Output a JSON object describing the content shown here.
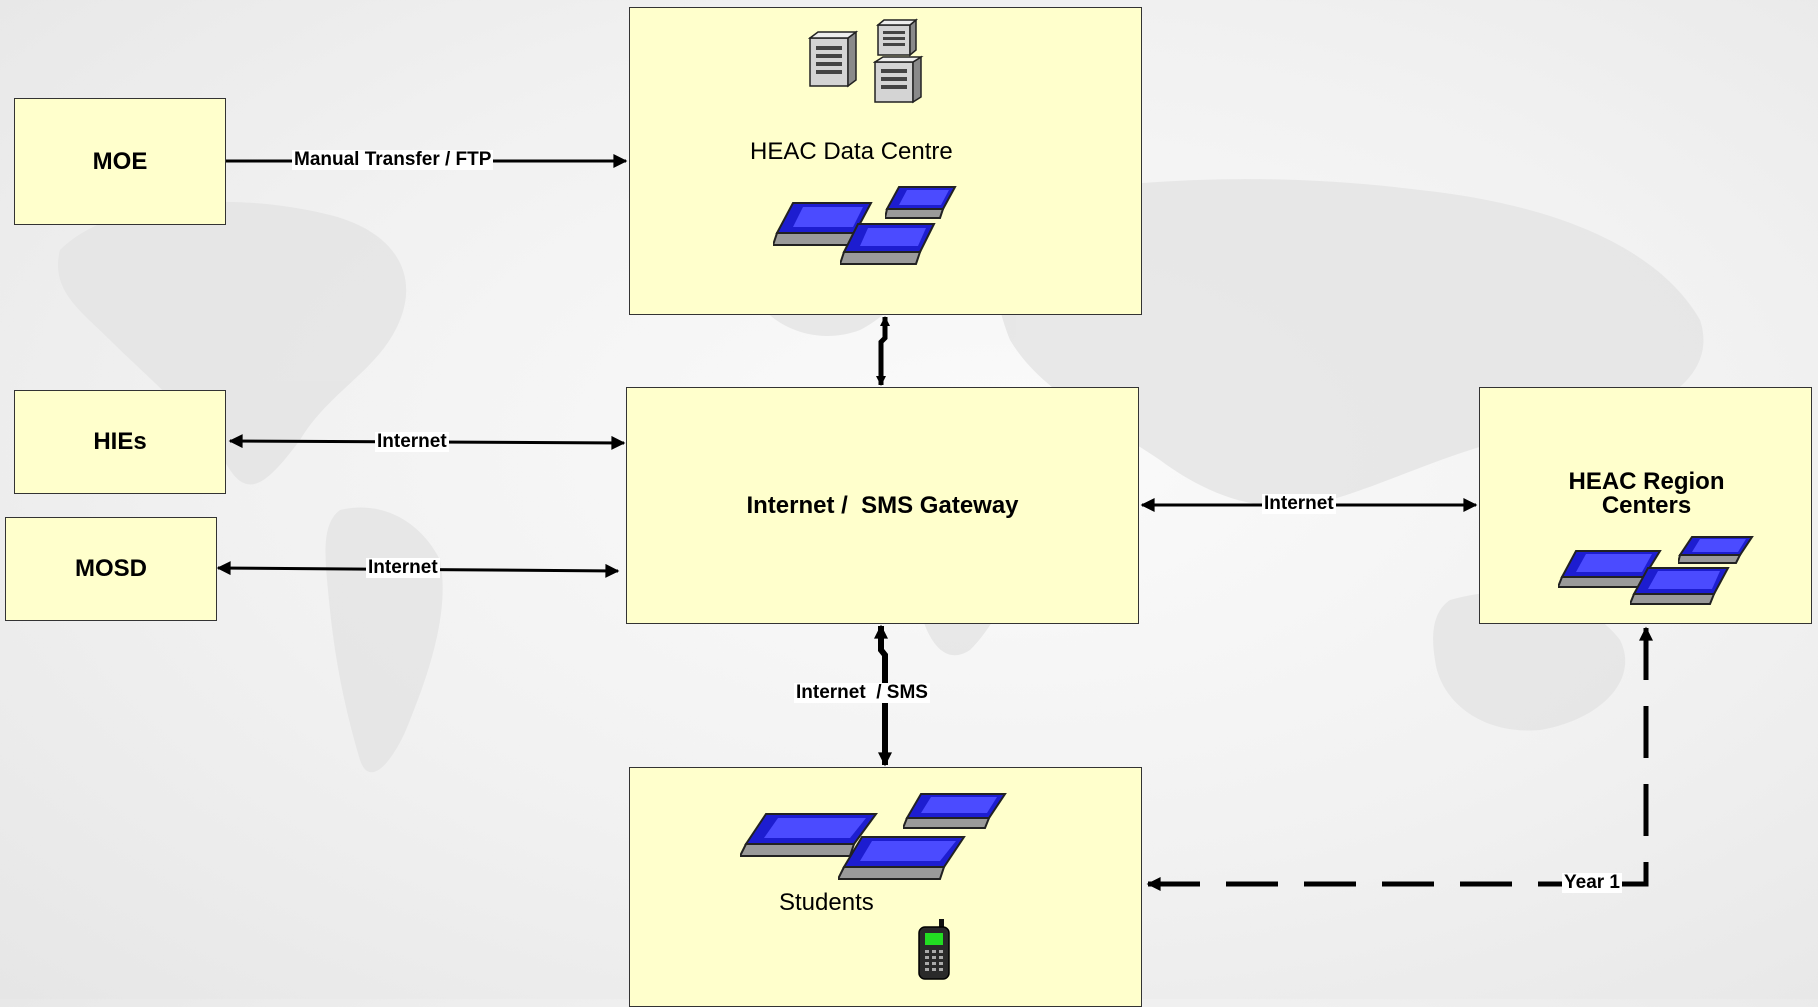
{
  "nodes": {
    "moe": "MOE",
    "hies": "HIEs",
    "mosd": "MOSD",
    "data_centre": "HEAC Data Centre",
    "gateway": "Internet /  SMS Gateway",
    "region_centers": "HEAC Region Centers",
    "students": "Students"
  },
  "edges": {
    "moe_to_datacentre": "Manual Transfer / FTP",
    "hies_gateway": "Internet",
    "mosd_gateway": "Internet",
    "gateway_region": "Internet",
    "gateway_students": "Internet  / SMS",
    "region_to_students": "Year 1"
  },
  "colors": {
    "box_fill": "#ffffcc",
    "laptop_screen": "#2222dd",
    "phone_screen": "#22dd22"
  },
  "icons": [
    "server-icon",
    "laptop-icon",
    "mobile-phone-icon"
  ]
}
